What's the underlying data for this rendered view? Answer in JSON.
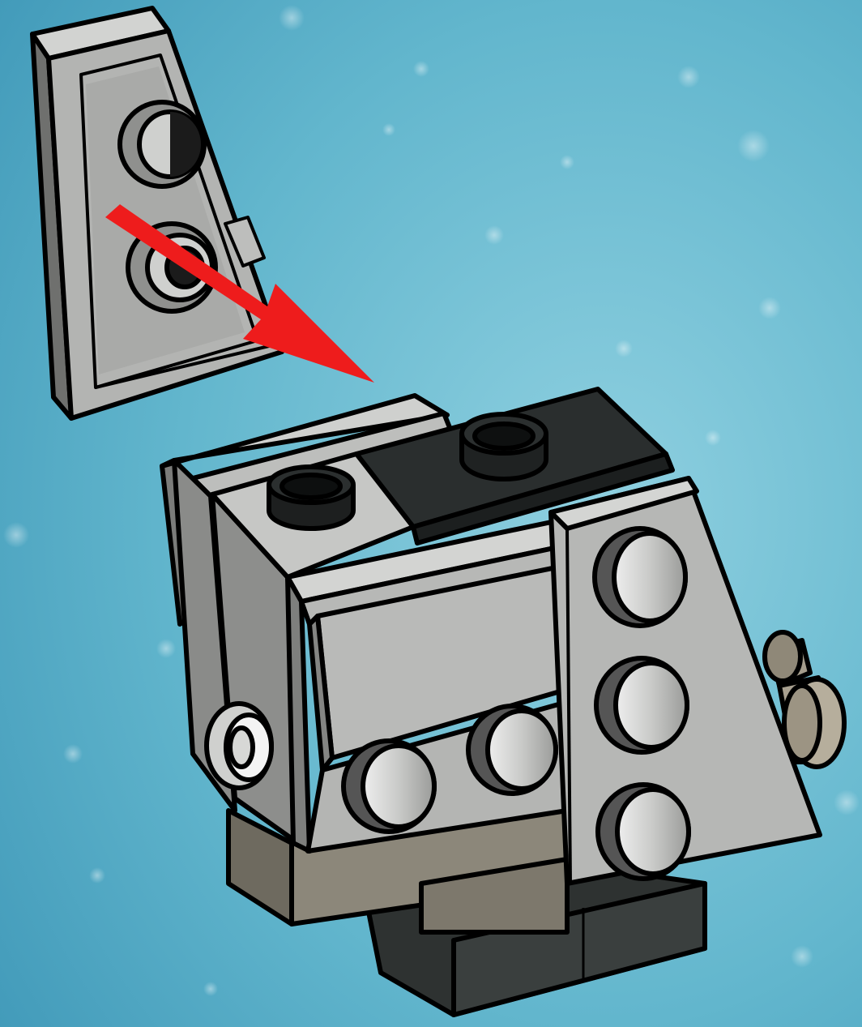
{
  "scene": {
    "type": "building-instruction-step",
    "background_color": "#5fb3cc",
    "arrow_color": "#ee1c1c",
    "parts": [
      {
        "name": "wedge-plate",
        "color": "#b8b9b7",
        "role": "part-to-attach"
      },
      {
        "name": "assembled-model",
        "color": "#b8b9b7",
        "role": "existing-assembly"
      },
      {
        "name": "black-tile-with-stud",
        "color": "#2a2e2e"
      },
      {
        "name": "dark-tan-base",
        "color": "#8c877a"
      },
      {
        "name": "black-base-plate",
        "color": "#2e3231"
      }
    ],
    "icons": [
      "attach-arrow-icon",
      "stud-icon",
      "technic-pin-icon"
    ]
  }
}
